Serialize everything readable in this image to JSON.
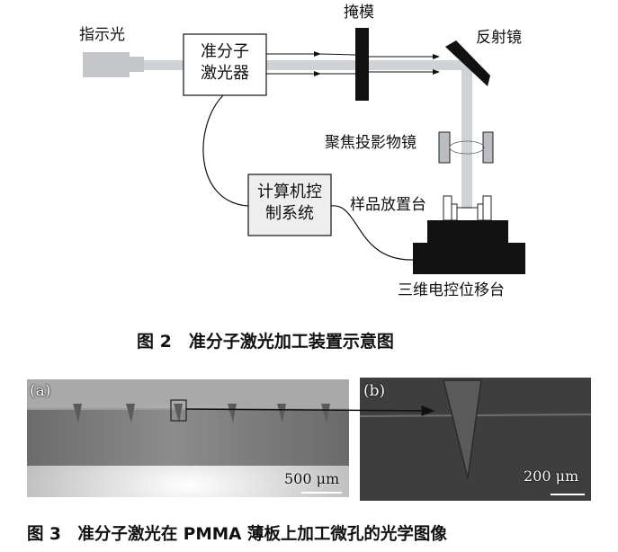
{
  "figure2": {
    "labels": {
      "indicator_light": "指示光",
      "laser_line1": "准分子",
      "laser_line2": "激光器",
      "mask": "掩模",
      "mirror": "反射镜",
      "objective": "聚焦投影物镜",
      "control_line1": "计算机控",
      "control_line2": "制系统",
      "sample_stage": "样品放置台",
      "xyz_stage": "三维电控位移台"
    },
    "caption": "图 2　准分子激光加工装置示意图"
  },
  "figure3": {
    "panel_a": {
      "tag": "(a)",
      "scale": "500 μm"
    },
    "panel_b": {
      "tag": "(b)",
      "scale": "200 μm"
    },
    "caption": "图 3　准分子激光在 PMMA 薄板上加工微孔的光学图像"
  }
}
